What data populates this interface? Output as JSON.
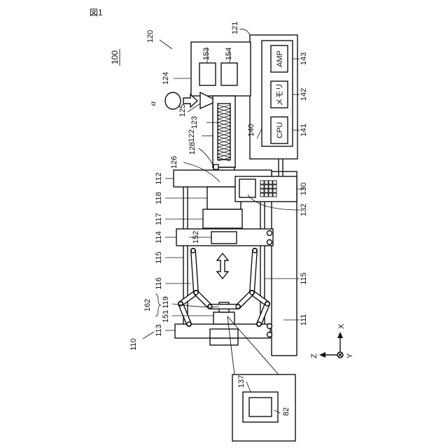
{
  "figure_title": "図1",
  "machine_label": "100",
  "alpha_symbol": "α",
  "chip_labels": {
    "amp": "AMP",
    "memory": "メモリ",
    "cpu": "CPU"
  },
  "axes": {
    "z": "Z",
    "x": "X",
    "y": "Y"
  },
  "reference_numerals": {
    "r110": "110",
    "r120": "120",
    "r121": "121",
    "r124": "124",
    "r153": "153",
    "r154": "154",
    "r143": "143",
    "r142": "142",
    "r141": "141",
    "r140": "140",
    "r125": "125",
    "r123": "123",
    "r122": "122",
    "r128": "128",
    "r126": "126",
    "r112": "112",
    "r118": "118",
    "r117": "117",
    "r114": "114",
    "r152": "152",
    "r115a": "115",
    "r115b": "115",
    "r116": "116",
    "r162": "162",
    "r119": "119",
    "r151": "151",
    "r113": "113",
    "r111": "111",
    "r130": "130",
    "r132": "132",
    "r137": "137",
    "r82": "82"
  }
}
